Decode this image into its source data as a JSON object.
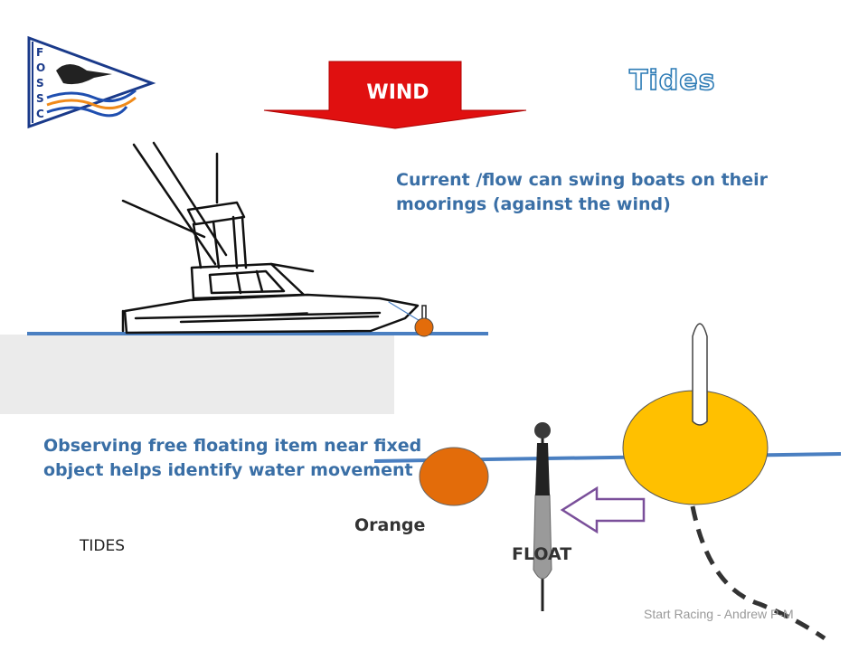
{
  "slide": {
    "title": "Tides",
    "wind_label": "WIND",
    "current_text": "Current /flow can swing boats on their moorings (against the wind)",
    "observe_text": "Observing free floating item near fixed object helps identify water movement",
    "tides_label": "TIDES",
    "orange_label": "Orange",
    "float_label": "FLOAT",
    "footer": "Start Racing - Andrew P-M"
  },
  "logo": {
    "letters": [
      "F",
      "O",
      "S",
      "S",
      "C"
    ]
  },
  "colors": {
    "title_outline": "#2e7cb6",
    "body_text": "#3a6fa6",
    "wind_arrow": "#e01010",
    "water_line": "#4a7fc1",
    "buoy_yellow": "#ffc000",
    "orange_ball": "#e36c0a",
    "arrow_outline": "#7a4f9a"
  }
}
